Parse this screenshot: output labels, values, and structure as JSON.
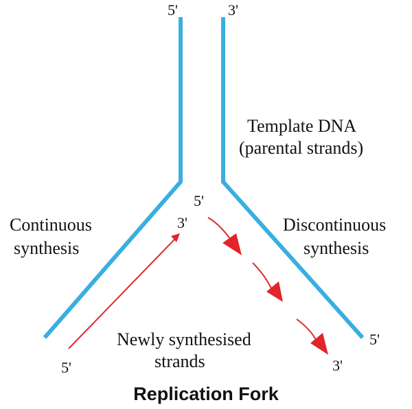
{
  "title": "Replication Fork",
  "labels": {
    "template_line1": "Template DNA",
    "template_line2": "(parental strands)",
    "continuous_line1": "Continuous",
    "continuous_line2": "synthesis",
    "discontinuous_line1": "Discontinuous",
    "discontinuous_line2": "synthesis",
    "new_line1": "Newly synthesised",
    "new_line2": "strands"
  },
  "ends": {
    "left_top": "5'",
    "right_top": "3'",
    "fork_inner_5": "5'",
    "fork_inner_3": "3'",
    "bottom_left": "5'",
    "bottom_right_5": "5'",
    "bottom_right_3": "3'"
  },
  "colors": {
    "template_strand": "#3aaee0",
    "new_strand": "#e0262b",
    "text": "#111111"
  }
}
